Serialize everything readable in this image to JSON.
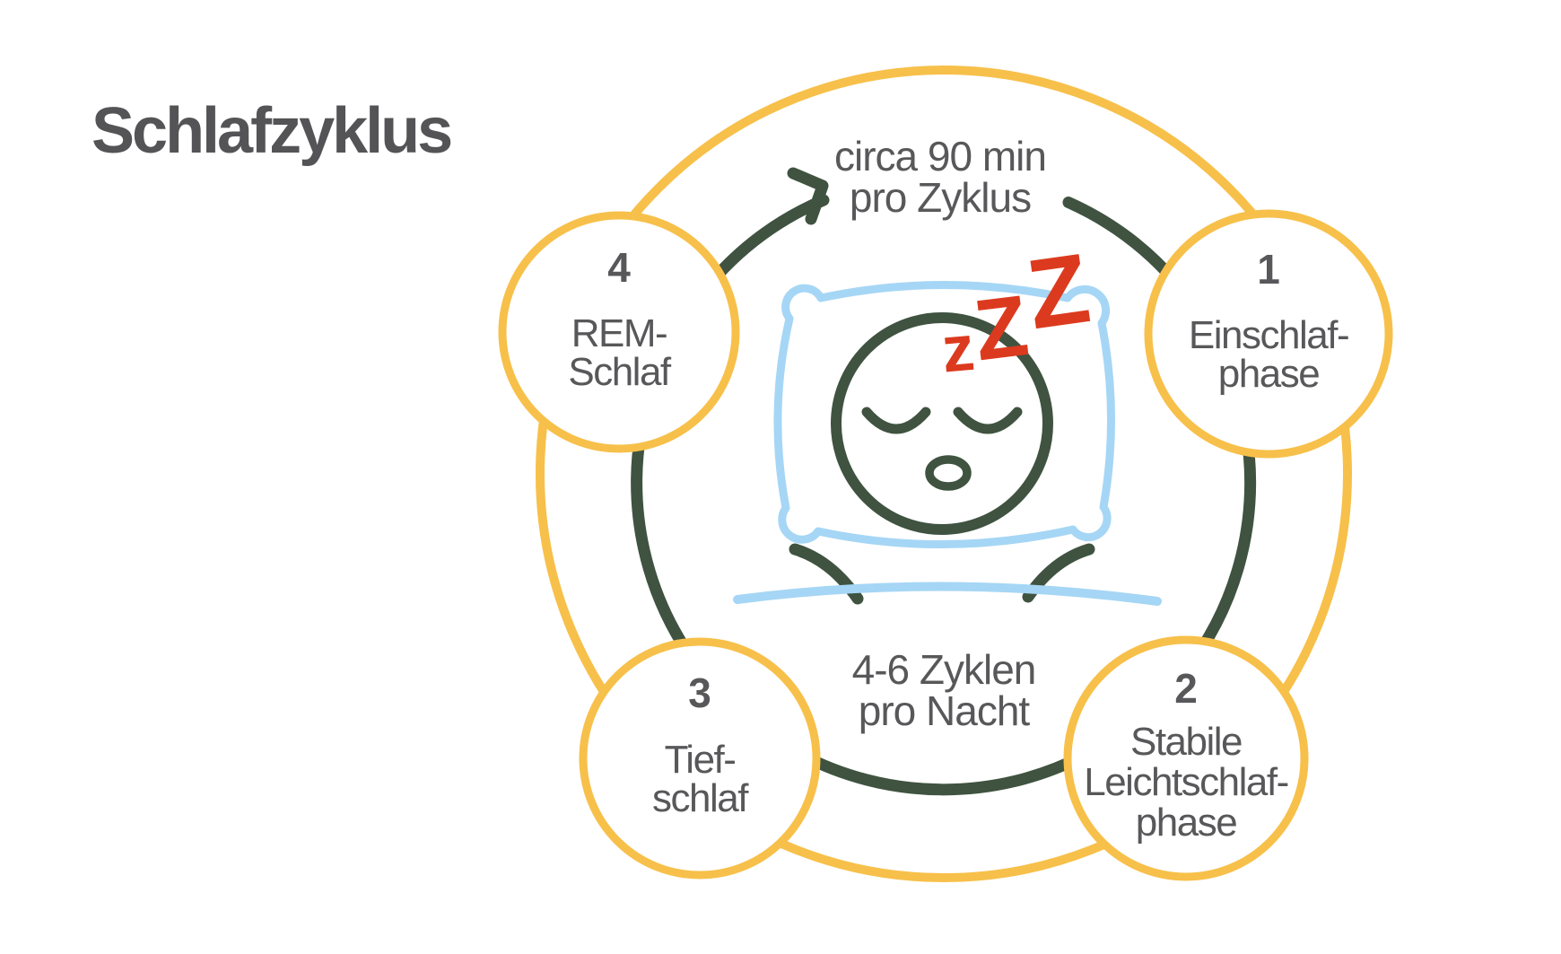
{
  "page": {
    "background": "#ffffff",
    "title": "Schlafzyklus"
  },
  "colors": {
    "yellow": "#F7C04A",
    "green": "#3F5340",
    "blue": "#A6D6F5",
    "red": "#DC3A1E",
    "gray": "#58585A",
    "title_gray": "#545456"
  },
  "cycle": {
    "top_note": {
      "line1": "circa 90 min",
      "line2": "pro Zyklus"
    },
    "bottom_note": {
      "line1": "4-6 Zyklen",
      "line2": "pro Nacht"
    },
    "zzz": [
      "z",
      "Z",
      "Z"
    ],
    "phases": [
      {
        "number": "1",
        "lines": [
          "Einschlaf-",
          "phase"
        ]
      },
      {
        "number": "2",
        "lines": [
          "Stabile",
          "Leichtschlaf-",
          "phase"
        ]
      },
      {
        "number": "3",
        "lines": [
          "Tief-",
          "schlaf"
        ]
      },
      {
        "number": "4",
        "lines": [
          "REM-",
          "Schlaf"
        ]
      }
    ]
  }
}
